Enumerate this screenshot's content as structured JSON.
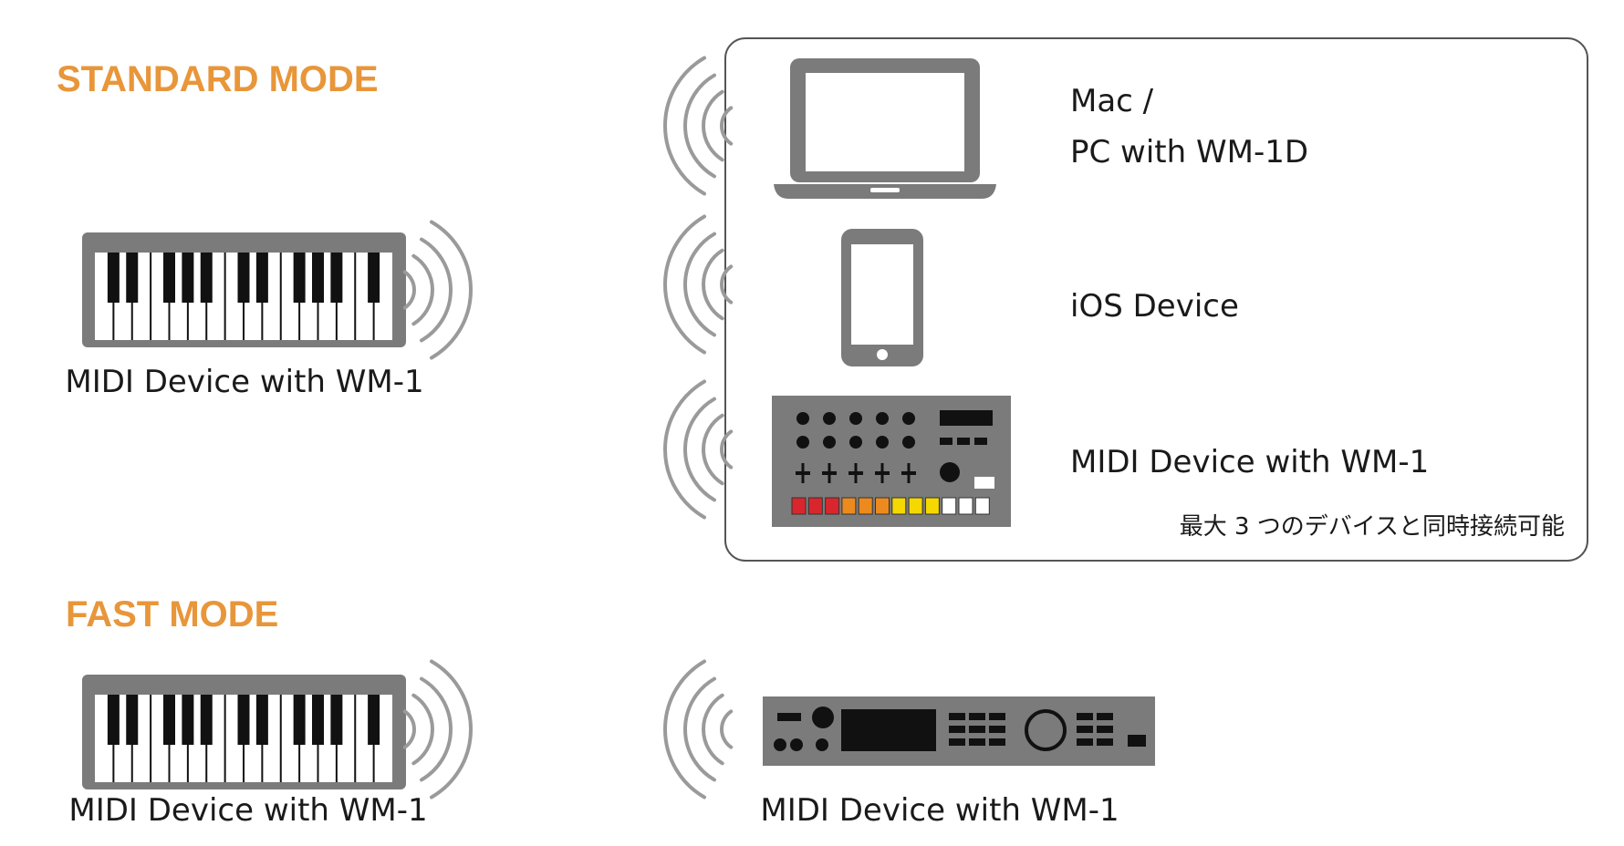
{
  "standard_mode": {
    "title": "STANDARD MODE",
    "source_label": "MIDI Device with WM-1",
    "targets": {
      "computer_line1": "Mac /",
      "computer_line2": "PC with WM-1D",
      "ios_label": "iOS Device",
      "midi_label": "MIDI Device with WM-1",
      "note": "最大 3 つのデバイスと同時接続可能"
    }
  },
  "fast_mode": {
    "title": "FAST MODE",
    "source_label": "MIDI Device with WM-1",
    "target_label": "MIDI Device with WM-1"
  },
  "colors": {
    "accent": "#E8963A",
    "device_gray": "#7b7b7b",
    "wave_gray": "#9a9a9a",
    "pad_red": "#d9262c",
    "pad_orange": "#ec8a1e",
    "pad_yellow": "#f5d800",
    "pad_white": "#ffffff"
  },
  "icons": [
    "keyboard-icon",
    "laptop-icon",
    "smartphone-icon",
    "drum-machine-icon",
    "rack-module-icon",
    "wireless-wave-icon"
  ]
}
